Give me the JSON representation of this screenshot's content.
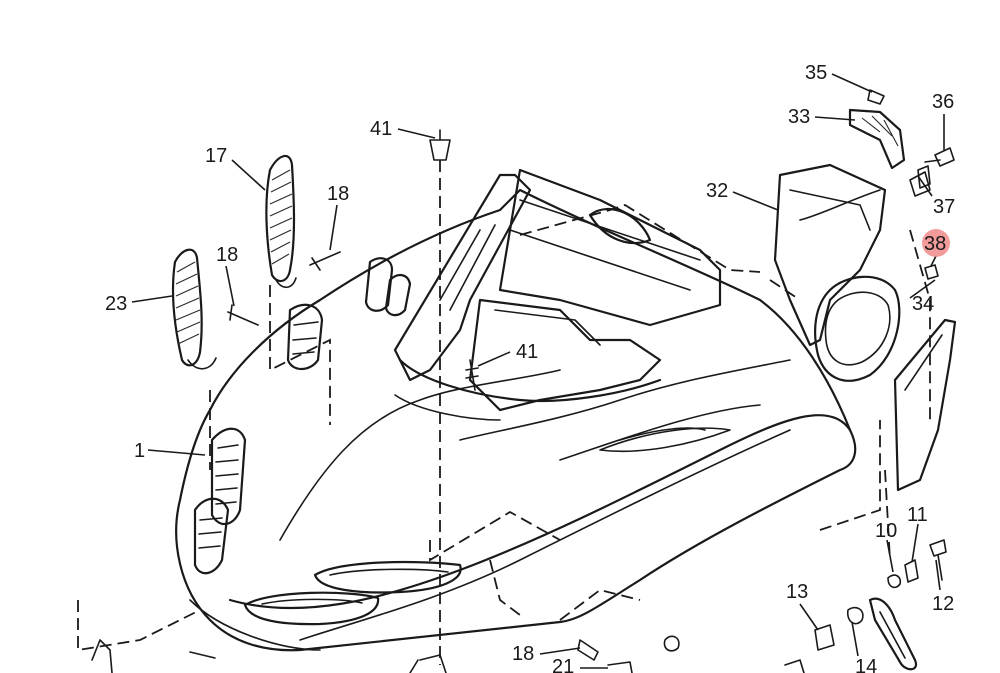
{
  "callouts": {
    "c35": "35",
    "c36": "36",
    "c33": "33",
    "c37": "37",
    "c32": "32",
    "c38": "38",
    "c34": "34",
    "c41a": "41",
    "c17": "17",
    "c18a": "18",
    "c18b": "18",
    "c23": "23",
    "c41b": "41",
    "c1": "1",
    "c10": "10",
    "c11": "11",
    "c12": "12",
    "c13": "13",
    "c14": "14",
    "c18c": "18",
    "c21": "21"
  },
  "highlight": {
    "callout": "38",
    "color": "#f08a8a"
  }
}
